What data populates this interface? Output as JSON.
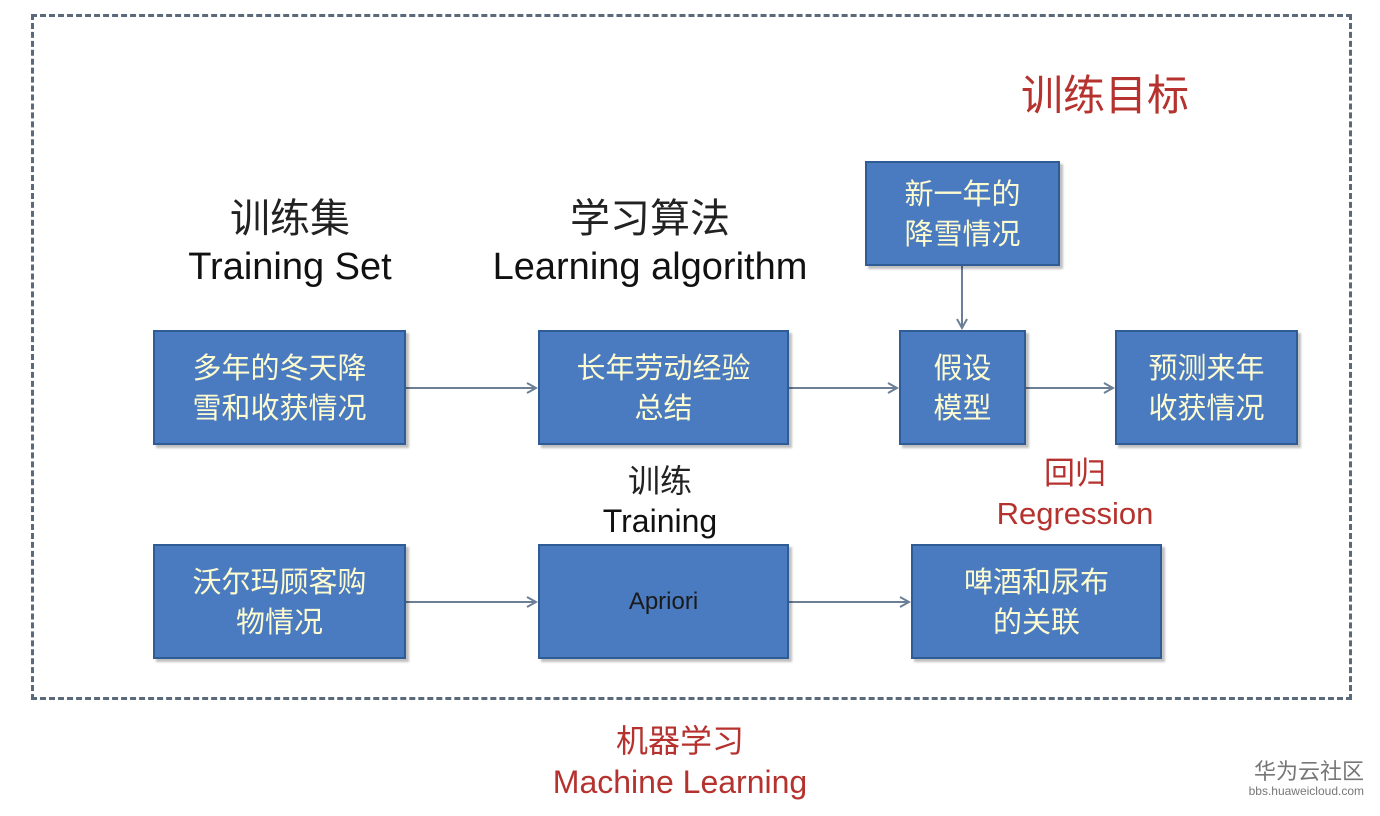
{
  "training_goal_label": "训练目标",
  "training_set": {
    "cn": "训练集",
    "en": "Training Set"
  },
  "learning_algorithm": {
    "cn": "学习算法",
    "en": "Learning algorithm"
  },
  "training": {
    "cn": "训练",
    "en": "Training"
  },
  "regression": {
    "cn": "回归",
    "en": "Regression"
  },
  "machine_learning": {
    "cn": "机器学习",
    "en": "Machine Learning"
  },
  "boxes": {
    "snow_harvest": "多年的冬天降\n雪和收获情况",
    "experience": "长年劳动经验\n总结",
    "new_year_snow": "新一年的\n降雪情况",
    "hypothesis": "假设\n模型",
    "predict": "预测来年\n收获情况",
    "walmart": "沃尔玛顾客购\n物情况",
    "apriori": "Apriori",
    "beer_diaper": "啤酒和尿布\n的关联"
  },
  "watermark": {
    "name": "华为云社区",
    "url": "bbs.huaweicloud.com"
  },
  "colors": {
    "box_fill": "#4a7abf",
    "box_text": "#fdfbd0",
    "accent_red": "#b5322e",
    "arrow": "#6b7f96"
  }
}
